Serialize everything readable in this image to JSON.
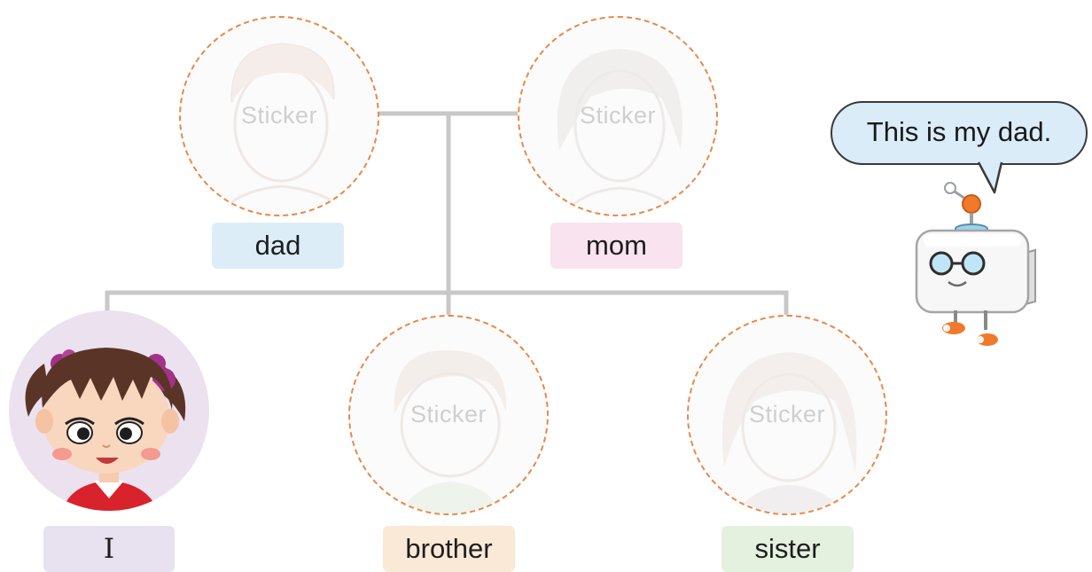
{
  "sticker_placeholder": "Sticker",
  "family": {
    "dad": {
      "label": "dad",
      "sticker": "Sticker",
      "label_color": "#ddedf8"
    },
    "mom": {
      "label": "mom",
      "sticker": "Sticker",
      "label_color": "#f8e3ef"
    },
    "me": {
      "label": "I",
      "label_color": "#e8e1f0"
    },
    "brother": {
      "label": "brother",
      "sticker": "Sticker",
      "label_color": "#fae9d6"
    },
    "sister": {
      "label": "sister",
      "sticker": "Sticker",
      "label_color": "#e3f1de"
    }
  },
  "speech_bubble": {
    "text": "This is my dad."
  },
  "colors": {
    "dashed_border": "#e8894a",
    "connector_lines": "#c8c8c8",
    "bubble_fill": "#d9ecf7",
    "robot_accent": "#f07a2a"
  },
  "icons": {
    "girl": "girl-portrait-icon",
    "robot": "robot-mascot-icon",
    "faded_faces": "faded-face-placeholder-icon"
  }
}
